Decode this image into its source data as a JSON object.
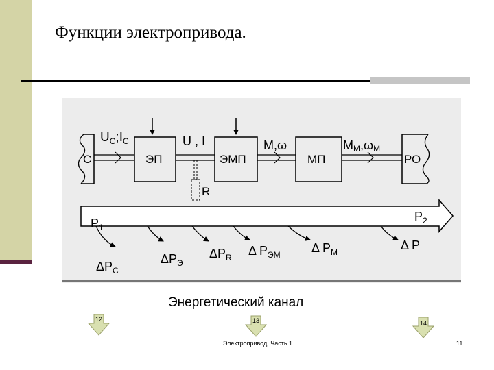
{
  "slide": {
    "title": "Функции электропривода.",
    "caption": "Энергетический канал",
    "footer": "Электропривод. Часть 1",
    "page_number": "11",
    "nav_buttons": [
      "12",
      "13",
      "14"
    ]
  },
  "diagram": {
    "blocks": {
      "c": "С",
      "ep": "ЭП",
      "emp": "ЭМП",
      "mp": "МП",
      "ro": "РО",
      "r": "R"
    },
    "signals": {
      "uc_main": "U",
      "uc_sub": "C",
      "ic_main": "I",
      "ic_sub": "C",
      "ui": "U , I",
      "m_omega": "M,ω",
      "mm_main": "M",
      "mm_sub": "M",
      "omega_m_main": "ω",
      "omega_m_sub": "M"
    },
    "channel": {
      "p1_main": "P",
      "p1_sub": "1",
      "p2_main": "P",
      "p2_sub": "2"
    },
    "losses": {
      "pc_main": "ΔP",
      "pc_sub": "C",
      "pe_main": "ΔP",
      "pe_sub": "Э",
      "pr_main": "ΔP",
      "pr_sub": "R",
      "pem_main": "Δ P",
      "pem_sub": "ЭМ",
      "pm_main": "Δ P",
      "pm_sub": "М",
      "p_main": "Δ P"
    }
  },
  "colors": {
    "side_bar": "#d4d4a6",
    "side_accent": "#5a2340",
    "diagram_bg": "#ececec",
    "nav_fill": "#d9e0b0",
    "nav_stroke": "#9aa06a"
  }
}
